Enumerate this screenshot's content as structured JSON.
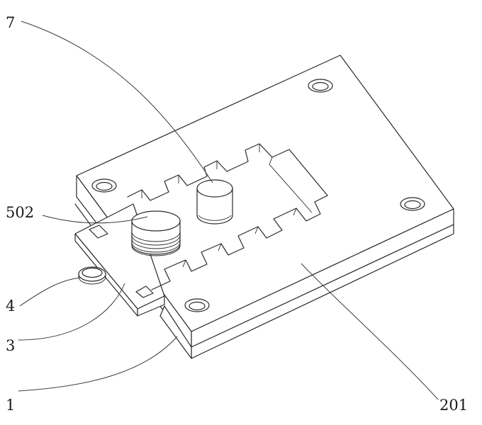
{
  "labels": {
    "l7": "7",
    "l502": "502",
    "l4": "4",
    "l3": "3",
    "l1": "1",
    "l201": "201"
  },
  "colors": {
    "stroke": "#2a2a2a",
    "background": "#ffffff"
  }
}
